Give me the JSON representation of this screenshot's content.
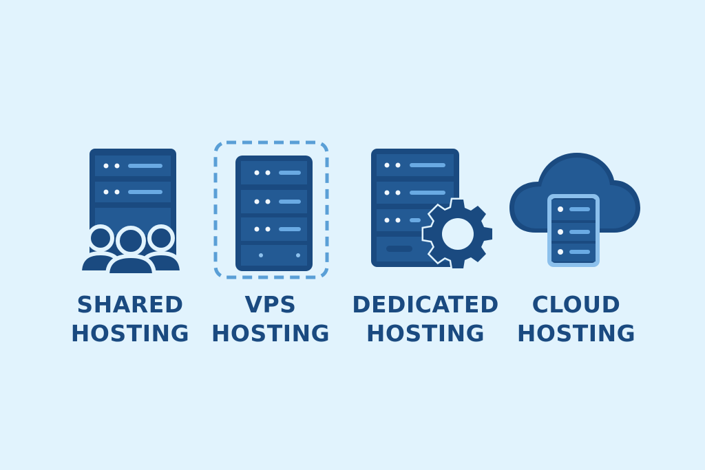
{
  "colors": {
    "background": "#e1f3fd",
    "dark_blue": "#1a4a80",
    "panel_blue": "#235a94",
    "light_blue": "#6aaae3",
    "dot_white": "#f1f7fd"
  },
  "items": [
    {
      "id": "shared",
      "line1": "SHARED",
      "line2": "HOSTING",
      "icon": "server-with-users-icon"
    },
    {
      "id": "vps",
      "line1": "VPS",
      "line2": "HOSTING",
      "icon": "server-dashed-frame-icon"
    },
    {
      "id": "dedicated",
      "line1": "DEDICATED",
      "line2": "HOSTING",
      "icon": "server-with-gear-icon"
    },
    {
      "id": "cloud",
      "line1": "CLOUD",
      "line2": "HOSTING",
      "icon": "cloud-server-icon"
    }
  ]
}
